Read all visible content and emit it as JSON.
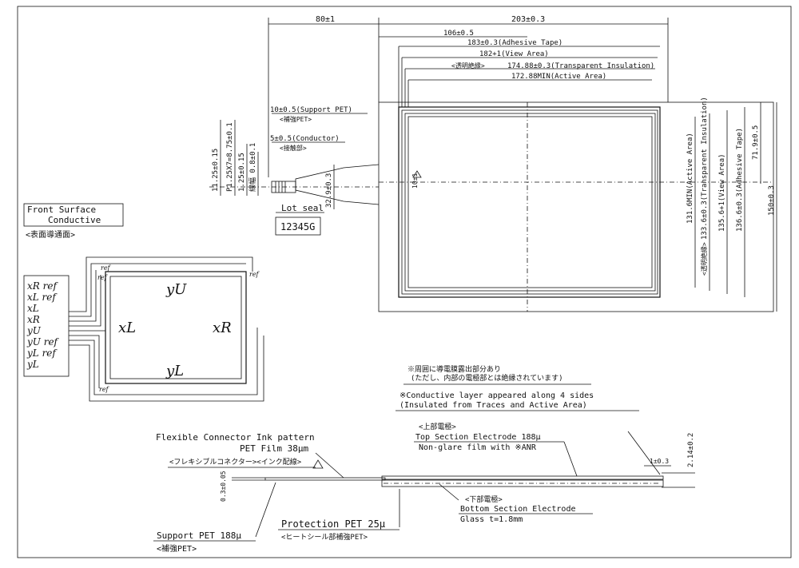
{
  "dims": {
    "top_80": "80±1",
    "top_203": "203±0.3",
    "top_106": "106±0.5",
    "adhesive_183": "183±0.3(Adhesive Tape)",
    "view_182": "182+1(View Area)",
    "insul_jp": "<透明絶縁>",
    "insul_174": "174.88±0.3(Transparent Insulation)",
    "active_172": "172.88MIN(Active Area)",
    "support_10": "10±0.5(Support PET)",
    "support_jp": "<補強PET>",
    "conductor_5": "5±0.5(Conductor)",
    "conductor_jp": "<接触部>",
    "v_1125": "11.25±0.15",
    "v_p125": "P1.25X7=8.75±0.1",
    "v_125": "1.25±0.15",
    "v_08": "線幅 0.8±0.1",
    "v_329": "32.9±0.3",
    "v_10": "10±1",
    "lot_seal_label": "Lot seal",
    "lot_seal_value": "12345G",
    "r_active": "131.6MIN(Active Area)",
    "r_insul": "133.6±0.3(Transparent Insulation)",
    "r_insul_jp": "<透明絶縁>",
    "r_view": "135.6+1(View Area)",
    "r_adhesive": "136.6±0.3(Adhesive Tape)",
    "r_719": "71.9±0.5",
    "r_150": "150±0.3"
  },
  "front": {
    "title_1": "Front Surface",
    "title_2": "Conductive",
    "title_jp": "<表面導通面>",
    "pins": [
      "xR ref",
      "xL ref",
      "xL",
      "xR",
      "yU",
      "yU ref",
      "yL ref",
      "yL"
    ],
    "label_yU": "yU",
    "label_yL": "yL",
    "label_xL": "xL",
    "label_xR": "xR",
    "ref": "ref"
  },
  "notes": {
    "jp_1": "※周囲に導電膜露出部分あり",
    "jp_2": "(ただし、内部の電極部とは絶縁されています)",
    "en_1": "※Conductive layer appeared along 4 sides",
    "en_2": "(Insulated from Traces and Active Area)"
  },
  "section": {
    "flex_1": "Flexible Connector Ink pattern",
    "flex_2": "PET Film 38μm",
    "flex_jp": "<フレキシブルコネクター><インク配線>",
    "top_jp": "<上部電極>",
    "top_label": "Top Section Electrode  188μ",
    "top_sub": "Non-glare film with ※ANR",
    "bottom_jp": "<下部電極>",
    "bottom_label": "Bottom Section Electrode",
    "bottom_sub": "Glass   t=1.8mm",
    "prot_label": "Protection PET 25μ",
    "prot_jp": "<ヒートシール部補強PET>",
    "support_label": "Support  PET 188μ",
    "support_jp": "<補強PET>",
    "d_03": "0.3±0.05",
    "d_1": "1±0.3",
    "d_214": "2.14±0.2"
  }
}
